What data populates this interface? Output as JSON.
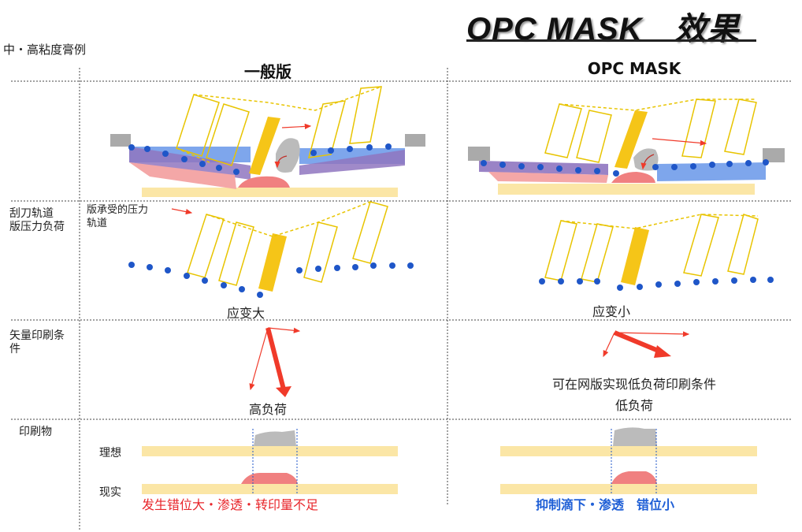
{
  "title": "OPC MASK　效果",
  "subtitle": "中・高粘度膏例",
  "columns": {
    "left": "一般版",
    "right": "OPC MASK"
  },
  "rows": {
    "row2": {
      "line1": "刮刀轨道",
      "line2": "版压力负荷"
    },
    "row3": {
      "line1": "矢量印刷条",
      "line2": "件"
    },
    "row4": "印刷物"
  },
  "annotation": {
    "line1": "版承受的压力",
    "line2": "轨道"
  },
  "strain": {
    "left": "应变大",
    "right": "应变小"
  },
  "load": {
    "left": "高负荷",
    "right_line1": "可在网版实现低负荷印刷条件",
    "right_line2": "低负荷"
  },
  "print": {
    "ideal": "理想",
    "real": "现实",
    "left_result": "发生错位大・渗透・转印量不足",
    "right_result": "抑制滴下・渗透　错位小"
  },
  "colors": {
    "blade": "#f5c518",
    "outline": "#e8c400",
    "dot": "#1f56c8",
    "arrow": "#f03a2a",
    "paste_red": "#f08080",
    "paste_gray": "#bbbbbb",
    "substrate": "#fbe6a6",
    "blue_fill": "#7ea6ec",
    "purple_fill": "#8f76c0",
    "pink_fill": "#f4a7a7"
  }
}
